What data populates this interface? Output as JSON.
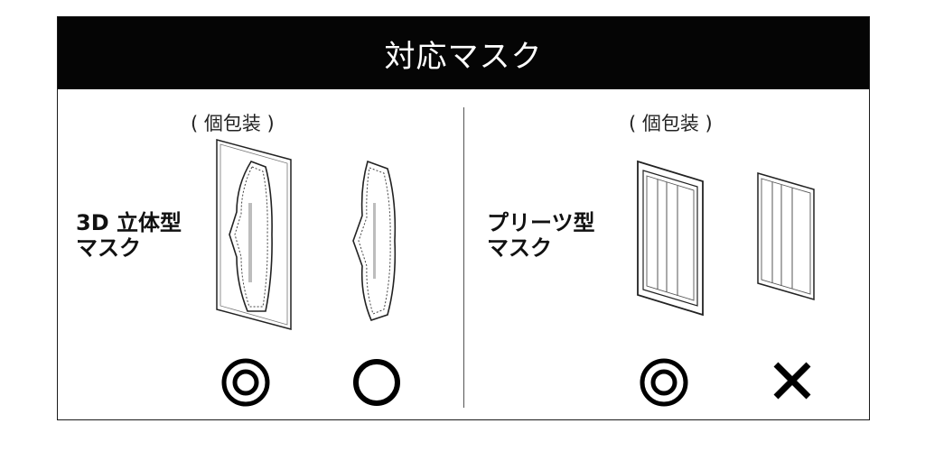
{
  "header": {
    "title": "対応マスク"
  },
  "left": {
    "sub_label": "( 個包装 )",
    "type_line1": "3D 立体型",
    "type_line2": "マスク",
    "individual_mark": "double-circle",
    "bare_mark": "circle"
  },
  "right": {
    "sub_label": "( 個包装 )",
    "type_line1": "プリーツ型",
    "type_line2": "マスク",
    "individual_mark": "double-circle",
    "bare_mark": "cross"
  },
  "colors": {
    "header_bg": "#050505",
    "header_text": "#ffffff",
    "mark": "#000000"
  }
}
